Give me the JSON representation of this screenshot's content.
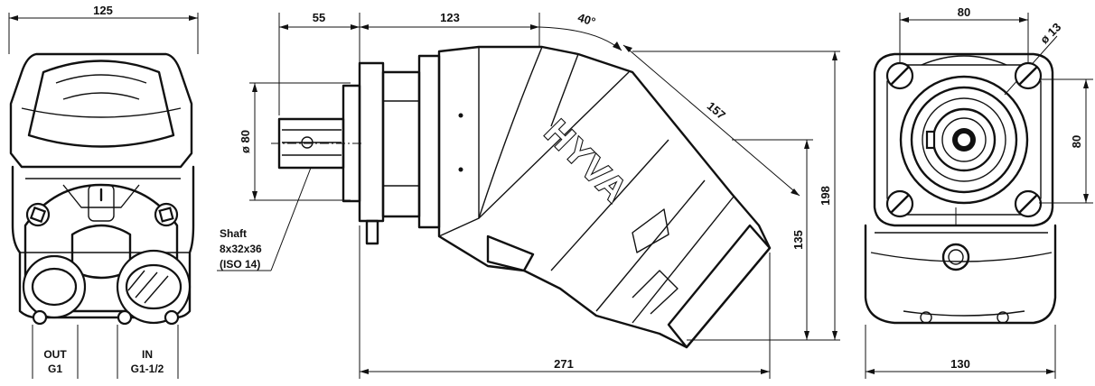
{
  "dimensions": {
    "left_width": "125",
    "shaft_length": "55",
    "flange_to_bend": "123",
    "bent_angle": "40°",
    "bent_length": "157",
    "shaft_diameter": "ø 80",
    "total_length": "271",
    "height_135": "135",
    "height_198": "198",
    "right_width_top": "80",
    "hole_diameter": "ø 13",
    "right_height": "80",
    "right_width_bottom": "130"
  },
  "labels": {
    "shaft_line1": "Shaft",
    "shaft_line2": "8x32x36",
    "shaft_line3": "(ISO 14)",
    "out_line1": "OUT",
    "out_line2": "G1",
    "in_line1": "IN",
    "in_line2": "G1-1/2",
    "brand": "HYVA"
  }
}
